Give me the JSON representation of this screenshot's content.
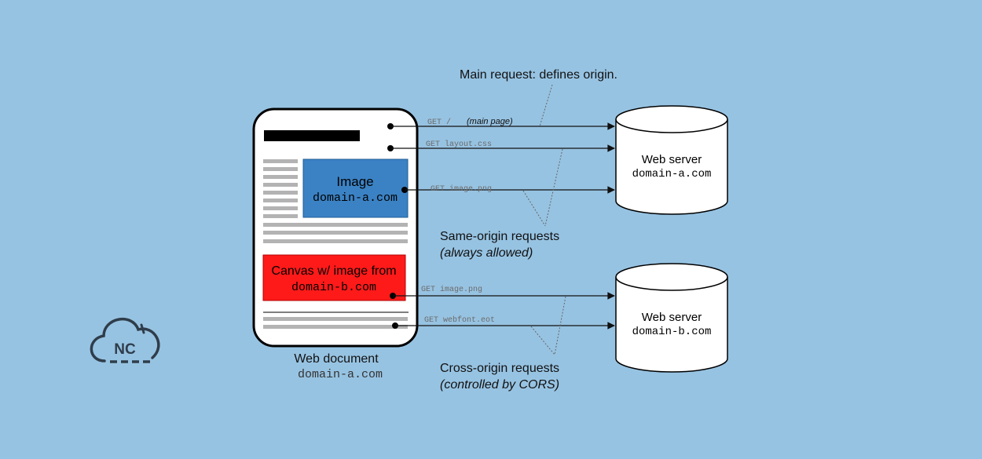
{
  "colors": {
    "background": "#97c3e2",
    "image_box": "#3b82c4",
    "canvas_box": "#ff1a1a",
    "server_fill": "#ffffff",
    "text": "#111111"
  },
  "logo": {
    "icon": "nc-cloud-icon",
    "text": "NC"
  },
  "annotations": {
    "main": "Main request: defines origin.",
    "same_origin": {
      "line1": "Same-origin requests",
      "line2": "(always allowed)"
    },
    "cross_origin": {
      "line1": "Cross-origin requests",
      "line2": "(controlled by CORS)"
    }
  },
  "document": {
    "label": "Web document",
    "domain": "domain-a.com",
    "image_box": {
      "label": "Image",
      "domain": "domain-a.com"
    },
    "canvas_box": {
      "label": "Canvas w/ image from",
      "domain": "domain-b.com"
    }
  },
  "servers": {
    "a": {
      "label": "Web server",
      "domain": "domain-a.com"
    },
    "b": {
      "label": "Web server",
      "domain": "domain-b.com"
    }
  },
  "requests": {
    "r1": {
      "method": "GET /",
      "note": "(main page)"
    },
    "r2": {
      "text": "GET layout.css"
    },
    "r3": {
      "text": "GET image.png"
    },
    "r4": {
      "text": "GET image.png"
    },
    "r5": {
      "text": "GET webfont.eot"
    }
  }
}
